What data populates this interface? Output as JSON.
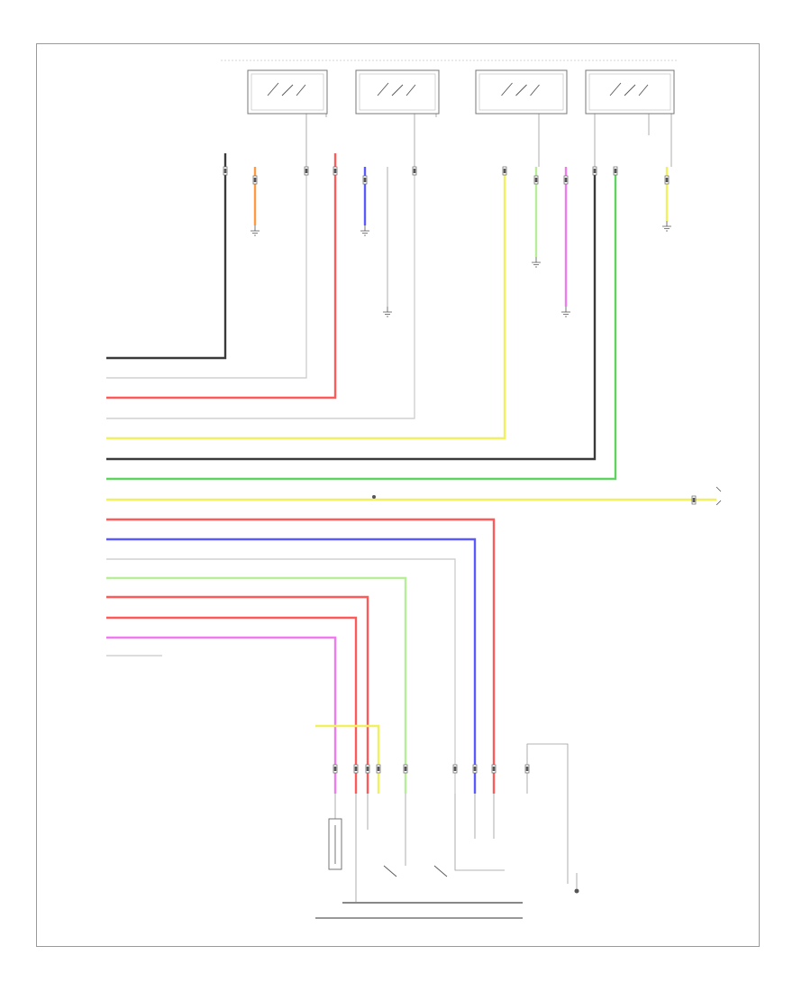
{
  "colors": {
    "BLK": "#3a3a3a",
    "WHT": "#c8c8c8",
    "RED": "#ff5a5a",
    "YEL": "#f0f060",
    "GRN": "#5fd35f",
    "BLU": "#5a5aff",
    "PPL": "#f07af0",
    "ORN": "#ff9a40",
    "LTGRN": "#b8ee9a"
  },
  "header_note": "",
  "top_right_note": "",
  "switches": [
    {
      "label": ""
    },
    {
      "label": ""
    },
    {
      "label": ""
    },
    {
      "label": ""
    }
  ],
  "connectors_top": [],
  "grounds": [
    {
      "text": ""
    },
    {
      "text": ""
    },
    {
      "text": ""
    },
    {
      "text": ""
    },
    {
      "text": ""
    },
    {
      "text": ""
    },
    {
      "text": ""
    }
  ],
  "harness_label": "",
  "left_rows": [
    {
      "code": "",
      "color": "BLK"
    },
    {
      "code": "",
      "color": "WHT"
    },
    {
      "code": "",
      "color": "RED"
    },
    {
      "code": "",
      "color": "WHT"
    },
    {
      "code": "",
      "color": "YEL"
    },
    {
      "code": "",
      "color": "BLK"
    },
    {
      "code": "",
      "color": "GRN"
    },
    {
      "code": "",
      "color": "YEL"
    },
    {
      "code": "",
      "color": "RED"
    },
    {
      "code": "",
      "color": "BLU"
    },
    {
      "code": "",
      "color": "WHT"
    },
    {
      "code": "",
      "color": "LTGRN"
    },
    {
      "code": "",
      "color": "RED"
    },
    {
      "code": "",
      "color": "RED"
    },
    {
      "code": "",
      "color": "PPL"
    },
    {
      "code": "",
      "color": "WHT"
    }
  ],
  "mid_splice_text": "",
  "right_connector_text": "",
  "left_note": "",
  "mid_note": "",
  "lower_left_note": "",
  "bottom_component": "",
  "bottom_ground": "",
  "footer": ""
}
